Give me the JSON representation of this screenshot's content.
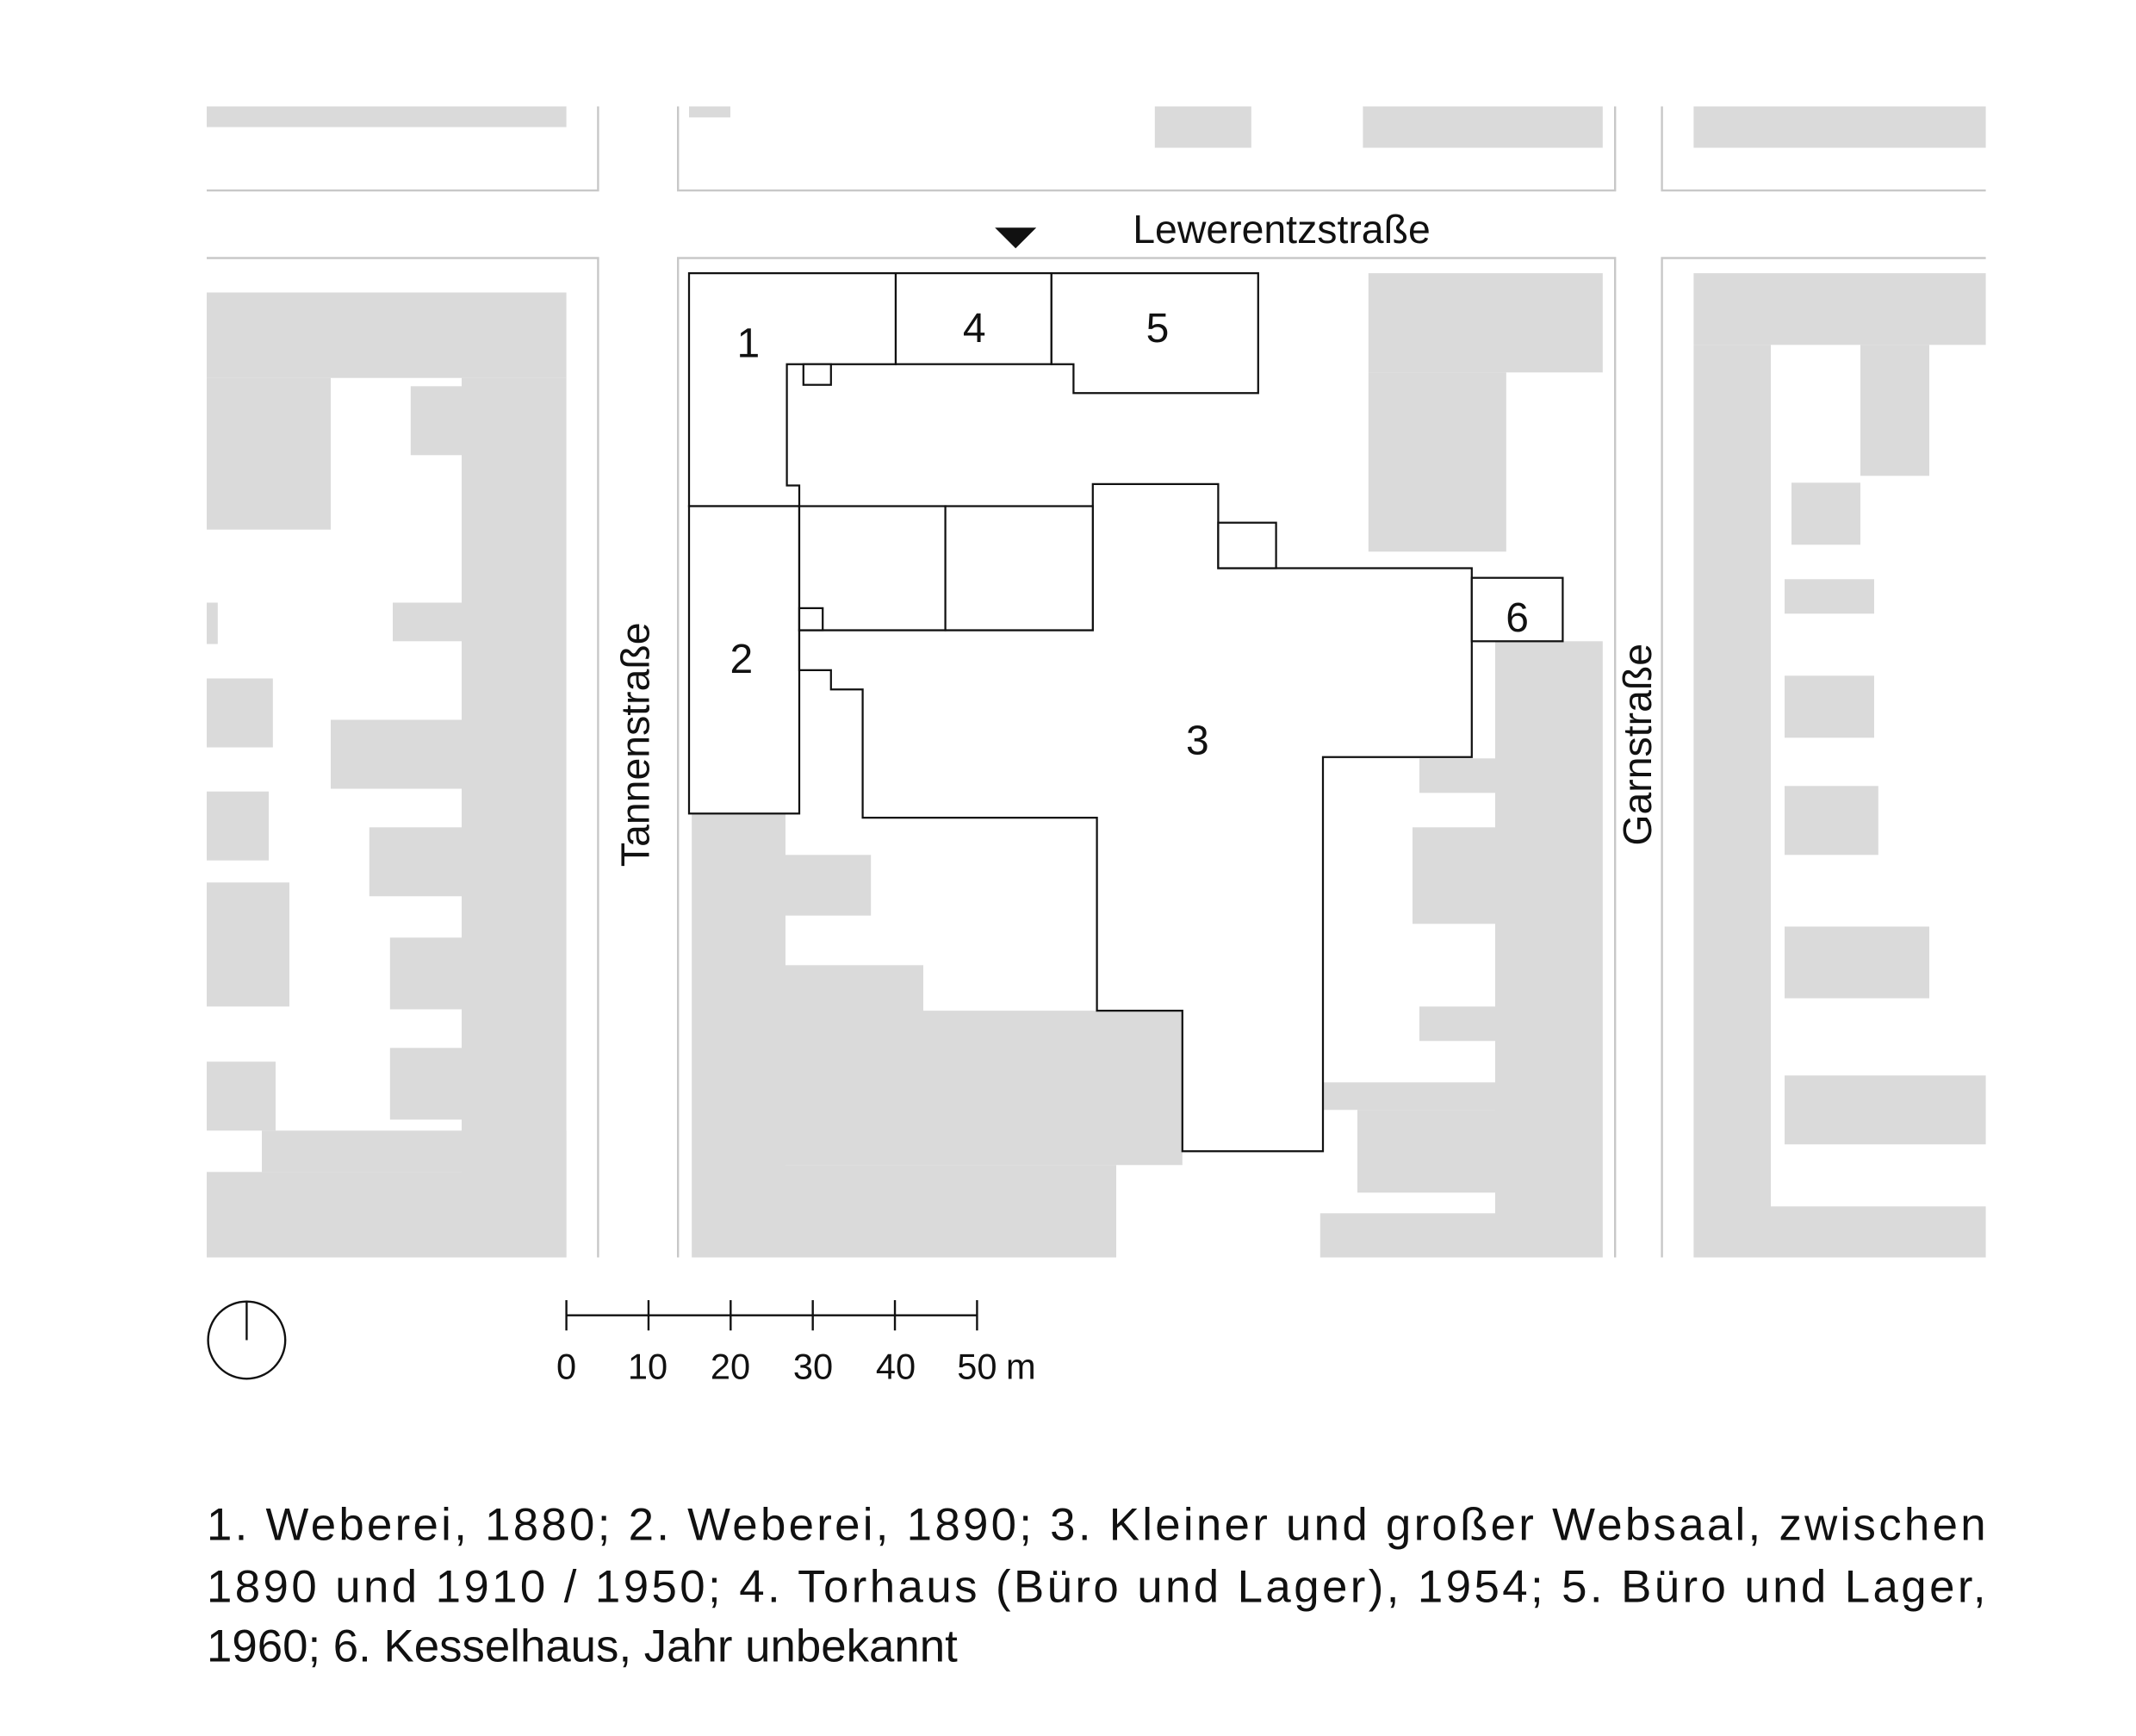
{
  "streets": {
    "north": "Lewerentzstraße",
    "west": "Tannenstraße",
    "east": "Garnstraße"
  },
  "buildings": [
    {
      "number": "1",
      "name": "Weberei",
      "year": "1880"
    },
    {
      "number": "2",
      "name": "Weberei",
      "year": "1890"
    },
    {
      "number": "3",
      "name": "Kleiner und großer Websaal",
      "year": "zwischen 1890 und 1910 / 1950"
    },
    {
      "number": "4",
      "name": "Torhaus (Büro und Lager)",
      "year": "1954"
    },
    {
      "number": "5",
      "name": "Büro und Lager",
      "year": "1960"
    },
    {
      "number": "6",
      "name": "Kesselhaus",
      "year": "Jahr unbekannt"
    }
  ],
  "icons": {
    "north_arrow": "north-arrow-icon",
    "entrance": "entrance-triangle-icon"
  },
  "scale_bar": {
    "ticks": [
      "0",
      "10",
      "20",
      "30",
      "40",
      "50"
    ],
    "unit": "m"
  },
  "caption": {
    "lines": [
      "1. Weberei, 1880; 2. Weberei, 1890; 3. Kleiner und großer Websaal, zwischen",
      "1890 und 1910 / 1950; 4. Torhaus (Büro und Lager), 1954; 5. Büro und Lager,",
      "1960; 6. Kesselhaus, Jahr unbekannt"
    ]
  }
}
